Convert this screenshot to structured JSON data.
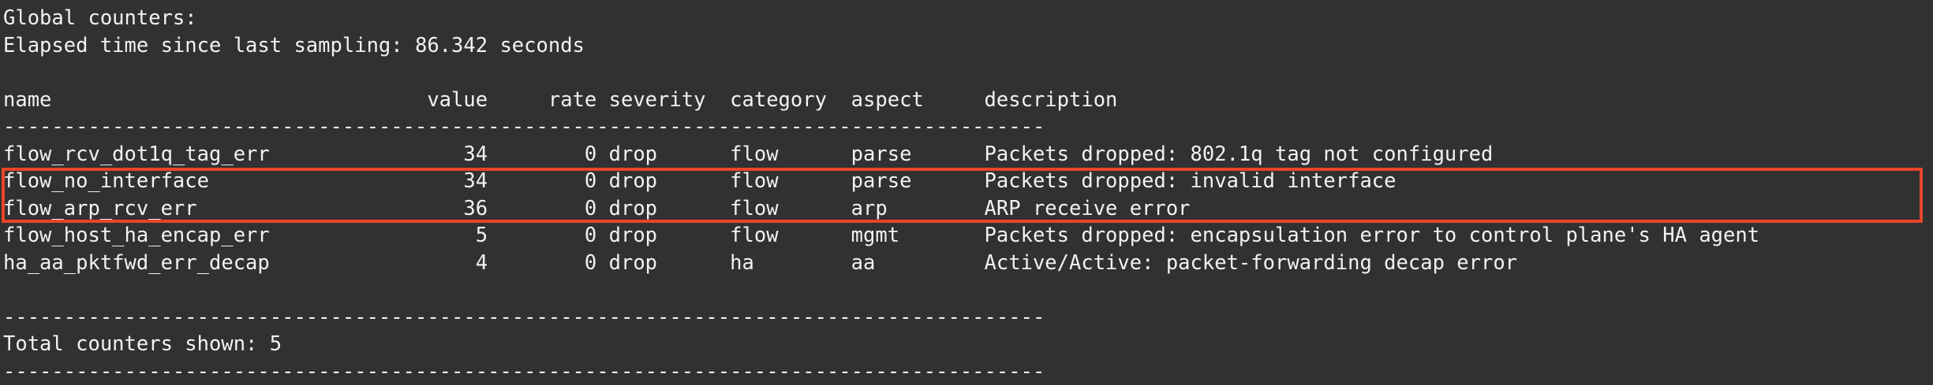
{
  "terminal": {
    "background_color": "#313131",
    "text_color": "#f2f2f2",
    "highlight_color": "#e8452a",
    "title_line": "Global counters:",
    "elapsed_line": "Elapsed time since last sampling: 86.342 seconds",
    "separator": "--------------------------------------------------------------------------------------",
    "footer_label": "Total counters shown: 5"
  },
  "table": {
    "header": {
      "name": "name",
      "value": "value",
      "rate": "rate",
      "severity": "severity",
      "category": "category",
      "aspect": "aspect",
      "description": "description"
    },
    "header_line": "name                               value     rate severity  category  aspect     description",
    "rows": [
      {
        "name": "flow_rcv_dot1q_tag_err",
        "value": "34",
        "rate": "0",
        "severity": "drop",
        "category": "flow",
        "aspect": "parse",
        "description": "Packets dropped: 802.1q tag not configured",
        "highlighted": false,
        "line": "flow_rcv_dot1q_tag_err                34        0 drop      flow      parse      Packets dropped: 802.1q tag not configured"
      },
      {
        "name": "flow_no_interface",
        "value": "34",
        "rate": "0",
        "severity": "drop",
        "category": "flow",
        "aspect": "parse",
        "description": "Packets dropped: invalid interface",
        "highlighted": true,
        "line": "flow_no_interface                     34        0 drop      flow      parse      Packets dropped: invalid interface"
      },
      {
        "name": "flow_arp_rcv_err",
        "value": "36",
        "rate": "0",
        "severity": "drop",
        "category": "flow",
        "aspect": "arp",
        "description": "ARP receive error",
        "highlighted": true,
        "line": "flow_arp_rcv_err                      36        0 drop      flow      arp        ARP receive error"
      },
      {
        "name": "flow_host_ha_encap_err",
        "value": "5",
        "rate": "0",
        "severity": "drop",
        "category": "flow",
        "aspect": "mgmt",
        "description": "Packets dropped: encapsulation error to control plane's HA agent",
        "highlighted": false,
        "line": "flow_host_ha_encap_err                 5        0 drop      flow      mgmt       Packets dropped: encapsulation error to control plane's HA agent"
      },
      {
        "name": "ha_aa_pktfwd_err_decap",
        "value": "4",
        "rate": "0",
        "severity": "drop",
        "category": "ha",
        "aspect": "aa",
        "description": "Active/Active: packet-forwarding decap error",
        "highlighted": false,
        "line": "ha_aa_pktfwd_err_decap                 4        0 drop      ha        aa         Active/Active: packet-forwarding decap error"
      }
    ]
  }
}
